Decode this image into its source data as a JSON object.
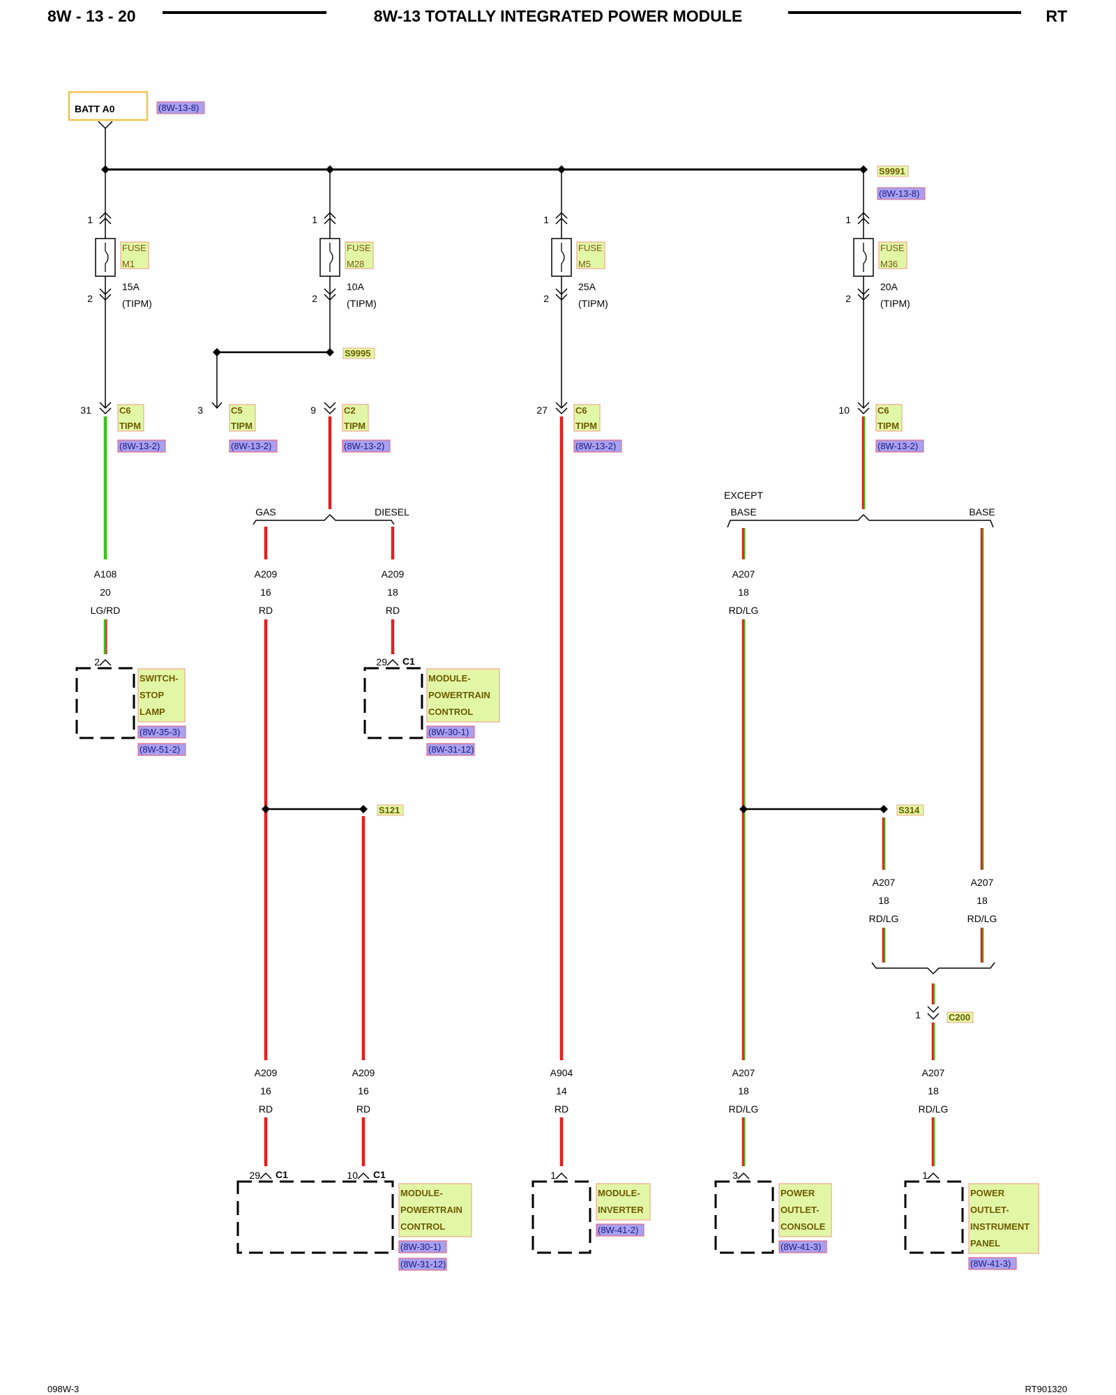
{
  "header": {
    "left": "8W - 13 - 20",
    "title": "8W-13 TOTALLY INTEGRATED POWER MODULE",
    "right": "RT"
  },
  "footer": {
    "left": "098W-3",
    "right": "RT901320"
  },
  "source": {
    "label": "BATT A0",
    "ref": "(8W-13-8)"
  },
  "splice_s9991": {
    "name": "S9991",
    "ref": "(8W-13-8)"
  },
  "fuses": [
    {
      "pin_in": "1",
      "pin_out": "2",
      "label": "FUSE",
      "id": "M1",
      "rating": "15A",
      "loc": "(TIPM)"
    },
    {
      "pin_in": "1",
      "pin_out": "2",
      "label": "FUSE",
      "id": "M28",
      "rating": "10A",
      "loc": "(TIPM)"
    },
    {
      "pin_in": "1",
      "pin_out": "2",
      "label": "FUSE",
      "id": "M5",
      "rating": "25A",
      "loc": "(TIPM)"
    },
    {
      "pin_in": "1",
      "pin_out": "2",
      "label": "FUSE",
      "id": "M36",
      "rating": "20A",
      "loc": "(TIPM)"
    }
  ],
  "splice_s9995": "S9995",
  "tipm_connectors": [
    {
      "pin": "31",
      "name": "C6",
      "sub": "TIPM",
      "ref": "(8W-13-2)"
    },
    {
      "pin": "3",
      "name": "C5",
      "sub": "TIPM",
      "ref": "(8W-13-2)"
    },
    {
      "pin": "9",
      "name": "C2",
      "sub": "TIPM",
      "ref": "(8W-13-2)"
    },
    {
      "pin": "27",
      "name": "C6",
      "sub": "TIPM",
      "ref": "(8W-13-2)"
    },
    {
      "pin": "10",
      "name": "C6",
      "sub": "TIPM",
      "ref": "(8W-13-2)"
    }
  ],
  "branches": {
    "gas": "GAS",
    "diesel": "DIESEL",
    "except_1": "EXCEPT",
    "except_2": "BASE",
    "base": "BASE"
  },
  "wires": {
    "a108": {
      "circuit": "A108",
      "gauge": "20",
      "color": "LG/RD"
    },
    "a209_gas": {
      "circuit": "A209",
      "gauge": "16",
      "color": "RD"
    },
    "a209_diesel": {
      "circuit": "A209",
      "gauge": "18",
      "color": "RD"
    },
    "a207_except": {
      "circuit": "A207",
      "gauge": "18",
      "color": "RD/LG"
    },
    "a207_s314": {
      "circuit": "A207",
      "gauge": "18",
      "color": "RD/LG"
    },
    "a207_base": {
      "circuit": "A207",
      "gauge": "18",
      "color": "RD/LG"
    },
    "a209_low1": {
      "circuit": "A209",
      "gauge": "16",
      "color": "RD"
    },
    "a209_low2": {
      "circuit": "A209",
      "gauge": "16",
      "color": "RD"
    },
    "a904": {
      "circuit": "A904",
      "gauge": "14",
      "color": "RD"
    },
    "a207_low_except": {
      "circuit": "A207",
      "gauge": "18",
      "color": "RD/LG"
    },
    "a207_low_c200": {
      "circuit": "A207",
      "gauge": "18",
      "color": "RD/LG"
    }
  },
  "splices": {
    "s121": "S121",
    "s314": "S314"
  },
  "c200": {
    "pin": "1",
    "name": "C200"
  },
  "components": {
    "switch_stop_lamp": {
      "pin": "2",
      "lines": [
        "SWITCH-",
        "STOP",
        "LAMP"
      ],
      "refs": [
        "(8W-35-3)",
        "(8W-51-2)"
      ]
    },
    "pcm_diesel": {
      "pin": "29",
      "conn": "C1",
      "lines": [
        "MODULE-",
        "POWERTRAIN",
        "CONTROL"
      ],
      "refs": [
        "(8W-30-1)",
        "(8W-31-12)"
      ]
    },
    "pcm_gas": {
      "pin1": "29",
      "conn1": "C1",
      "pin2": "10",
      "conn2": "C1",
      "lines": [
        "MODULE-",
        "POWERTRAIN",
        "CONTROL"
      ],
      "refs": [
        "(8W-30-1)",
        "(8W-31-12)"
      ]
    },
    "inverter": {
      "pin": "1",
      "lines": [
        "MODULE-",
        "INVERTER"
      ],
      "refs": [
        "(8W-41-2)"
      ]
    },
    "outlet_console": {
      "pin": "3",
      "lines": [
        "POWER",
        "OUTLET-",
        "CONSOLE"
      ],
      "refs": [
        "(8W-41-3)"
      ]
    },
    "outlet_ip": {
      "pin": "1",
      "lines": [
        "POWER",
        "OUTLET-",
        "INSTRUMENT",
        "PANEL"
      ],
      "refs": [
        "(8W-41-3)"
      ]
    }
  },
  "colors": {
    "red": "#e41f1f",
    "green": "#3cc21e",
    "yellow_fill": "#e2f7a6",
    "yellow_border": "#f0a88a",
    "blue_fill": "#a9a0ee",
    "blue_border": "#e06a8a",
    "batt_border": "#f4c24e"
  }
}
